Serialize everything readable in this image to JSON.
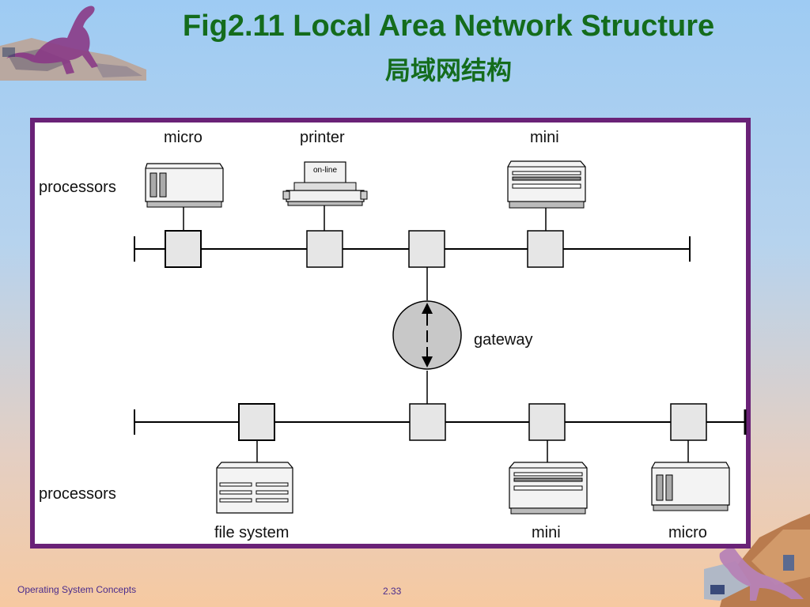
{
  "title": "Fig2.11 Local Area Network Structure",
  "subtitle": "局域网结构",
  "labels": {
    "micro_top": "micro",
    "printer": "printer",
    "mini_top": "mini",
    "processors_top": "processors",
    "printer_status": "on-line",
    "gateway": "gateway",
    "processors_bottom": "processors",
    "file_system": "file system",
    "mini_bottom": "mini",
    "micro_bottom": "micro"
  },
  "footer": {
    "left": "Operating System Concepts",
    "page": "2.33"
  },
  "colors": {
    "title": "#146c1c",
    "frame": "#6a2277",
    "node_fill": "#e6e6e6",
    "gateway_fill": "#c8c8c8"
  }
}
